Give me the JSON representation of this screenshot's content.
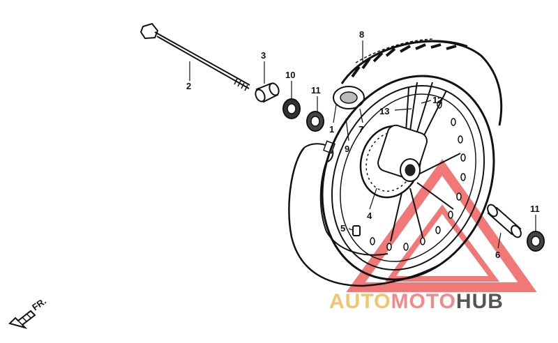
{
  "callouts": {
    "c1": "1",
    "c2": "2",
    "c3": "3",
    "c4": "4",
    "c5": "5",
    "c6": "6",
    "c7": "7",
    "c8": "8",
    "c9": "9",
    "c10": "10",
    "c11a": "11",
    "c11b": "11",
    "c12": "12",
    "c13": "13"
  },
  "direction": {
    "label": "FR."
  },
  "watermark": {
    "part1": "AUTO",
    "part2": "MOTO",
    "part3": "HUB",
    "colors": {
      "auto": "#f2c46b",
      "moto": "#f28a8a",
      "hub": "#555555",
      "triangle": "#f06060"
    }
  }
}
